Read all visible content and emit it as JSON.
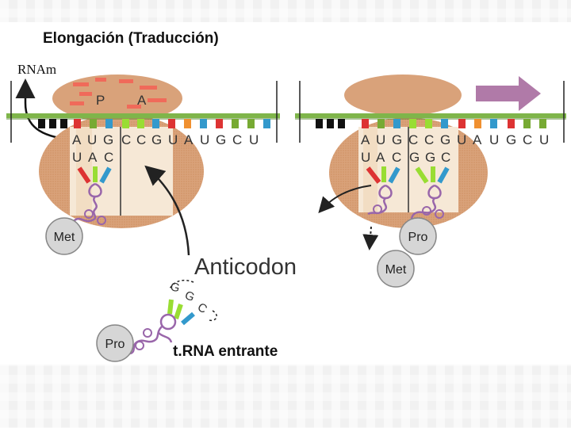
{
  "title": "Elongación (Traducción)",
  "mrna_label": "RNAm",
  "site_p": "P",
  "site_a": "A",
  "left_panel": {
    "codons_mrna": [
      "A",
      "U",
      "G",
      "C",
      "C",
      "G",
      "U",
      "A",
      "U",
      "G",
      "C",
      "U"
    ],
    "anticodon_bound": [
      "U",
      "A",
      "C"
    ],
    "amino_acid": "Met"
  },
  "right_panel": {
    "codons_mrna": [
      "A",
      "U",
      "G",
      "C",
      "C",
      "G",
      "U",
      "A",
      "U",
      "G",
      "C",
      "U"
    ],
    "anticodon_p": [
      "U",
      "A",
      "C"
    ],
    "anticodon_a": [
      "G",
      "G",
      "C"
    ],
    "amino_acid_top": "Pro",
    "amino_acid_bottom": "Met"
  },
  "incoming": {
    "anticodon_letters": [
      "G",
      "G",
      "C"
    ],
    "amino_acid": "Pro",
    "label": "t.RNA entrante"
  },
  "anticodon_label": "Anticodon",
  "colors": {
    "ribosome": "#d9a27a",
    "ribosome_dark": "#c98552",
    "mrna_strand": "#7fb54a",
    "trna": "#9966aa",
    "arrow": "#b07aa8",
    "pink_site": "#f06a5a"
  }
}
